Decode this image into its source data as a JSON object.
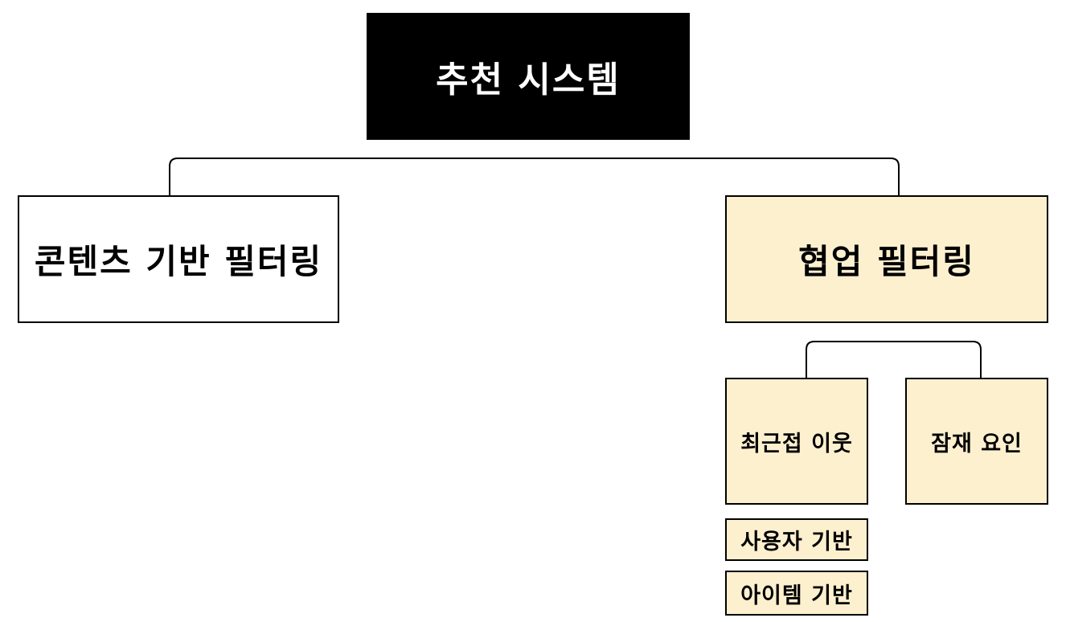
{
  "diagram": {
    "root": {
      "label": "추천 시스템"
    },
    "content_filter": {
      "label": "콘텐츠 기반 필터링"
    },
    "collab_filter": {
      "label": "협업 필터링"
    },
    "knn": {
      "label": "최근접 이웃"
    },
    "latent": {
      "label": "잠재 요인"
    },
    "user_based": {
      "label": "사용자 기반"
    },
    "item_based": {
      "label": "아이템 기반"
    }
  },
  "colors": {
    "root_fill": "#000000",
    "root_text": "#ffffff",
    "highlight_fill": "#fcf0cf",
    "border": "#000000"
  }
}
